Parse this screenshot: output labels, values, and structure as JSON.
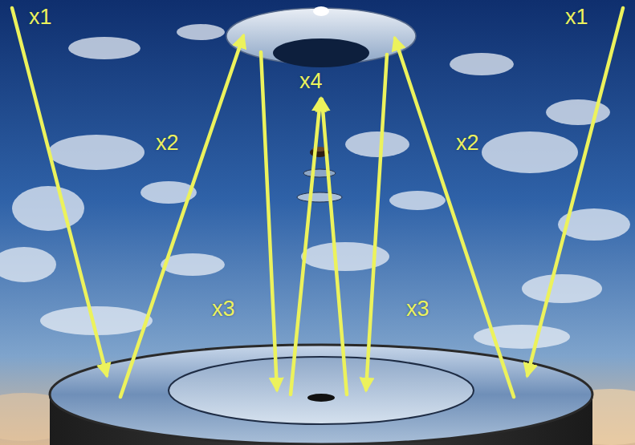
{
  "diagram": {
    "labels": [
      "x1",
      "x1",
      "x2",
      "x2",
      "x3",
      "x3",
      "x4"
    ]
  }
}
